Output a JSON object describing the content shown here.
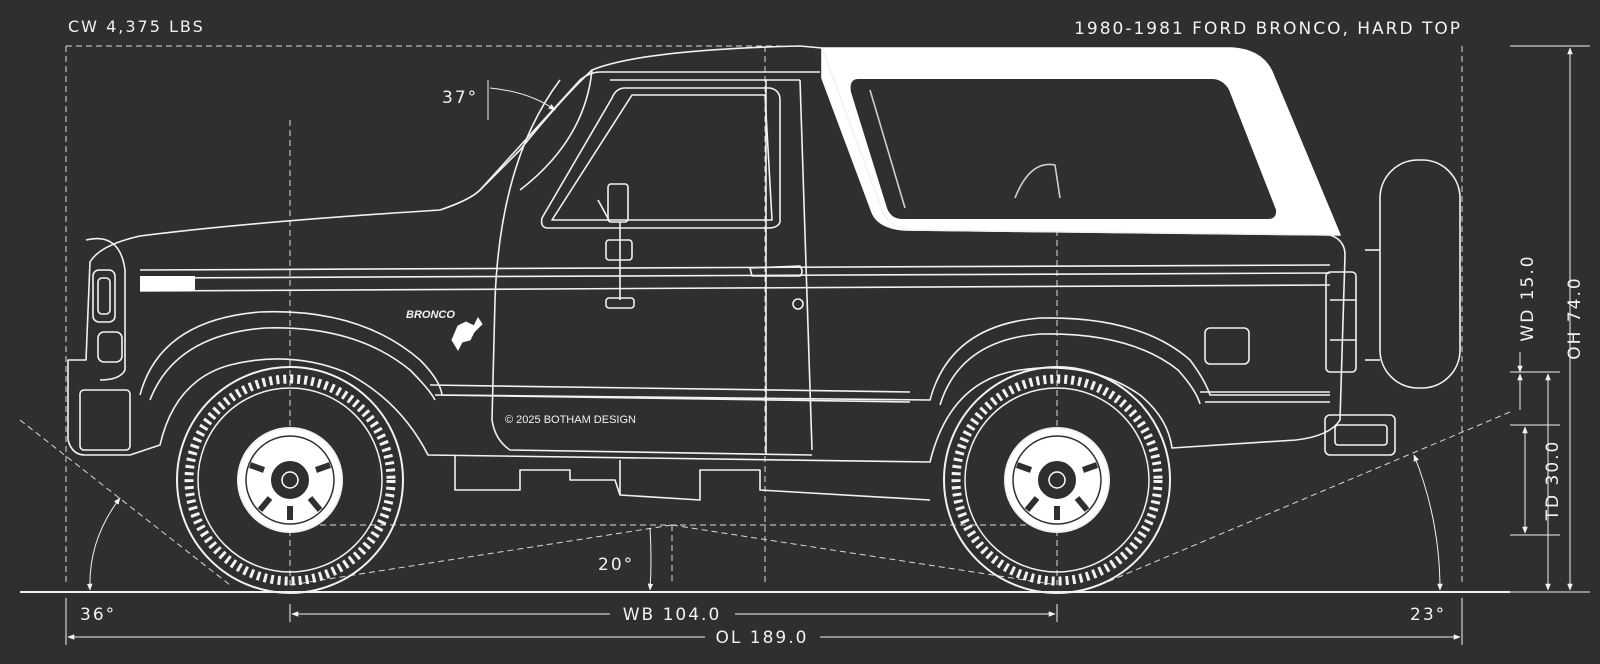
{
  "header": {
    "curb_weight": "CW 4,375 LBS",
    "title": "1980-1981 FORD BRONCO, HARD TOP"
  },
  "dimensions": {
    "wheelbase": "WB 104.0",
    "overall_length": "OL 189.0",
    "overall_height": "OH 74.0",
    "tire_diameter": "TD 30.0",
    "wheel_depth": "WD 15.0"
  },
  "angles": {
    "windshield": "37°",
    "approach": "36°",
    "departure": "23°",
    "breakover": "20°"
  },
  "badge": {
    "text": "BRONCO"
  },
  "copyright": "© 2025 BOTHAM DESIGN",
  "colors": {
    "background": "#2f2f2f",
    "line": "#f2f2f2",
    "roof": "#ffffff"
  }
}
